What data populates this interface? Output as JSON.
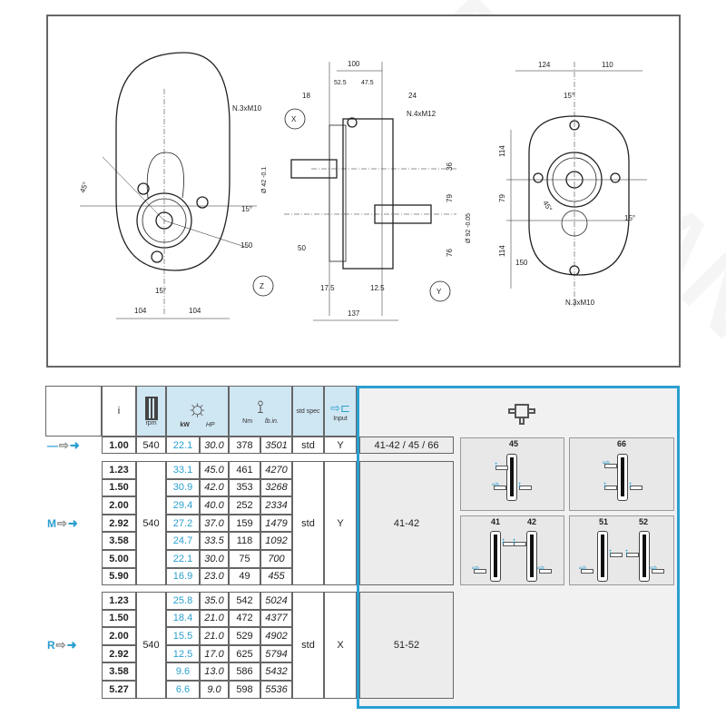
{
  "drawing": {
    "front_labels": [
      "N.3xM10",
      "45°",
      "15°",
      "15°",
      "150",
      "104",
      "104"
    ],
    "side_labels": [
      "100",
      "52.5",
      "47.5",
      "18",
      "24",
      "N.4xM12",
      "X",
      "Y",
      "Z",
      "36",
      "79",
      "76",
      "50",
      "17.5",
      "12.5",
      "137",
      "Ø 42 -0.1",
      "Ø 92 -0.05"
    ],
    "rear_labels": [
      "124",
      "110",
      "15°",
      "114",
      "79",
      "114",
      "45°",
      "15°",
      "150",
      "N.3xM10"
    ]
  },
  "table": {
    "headers": {
      "i": "i",
      "rpm": "rpm",
      "kw": "kW",
      "hp": "HP",
      "nm": "Nm",
      "lbin": "lb.in.",
      "std": "std spec",
      "input": "Input"
    },
    "groups": [
      {
        "label": "—",
        "rpm": "540",
        "std": "std",
        "input": "Y",
        "config": "41-42 / 45 / 66",
        "rows": [
          [
            "1.00",
            "22.1",
            "30.0",
            "378",
            "3501"
          ]
        ]
      },
      {
        "label": "M",
        "rpm": "540",
        "std": "std",
        "input": "Y",
        "config": "41-42",
        "rows": [
          [
            "1.23",
            "33.1",
            "45.0",
            "461",
            "4270"
          ],
          [
            "1.50",
            "30.9",
            "42.0",
            "353",
            "3268"
          ],
          [
            "2.00",
            "29.4",
            "40.0",
            "252",
            "2334"
          ],
          [
            "2.92",
            "27.2",
            "37.0",
            "159",
            "1479"
          ],
          [
            "3.58",
            "24.7",
            "33.5",
            "118",
            "1092"
          ],
          [
            "5.00",
            "22.1",
            "30.0",
            "75",
            "700"
          ],
          [
            "5.90",
            "16.9",
            "23.0",
            "49",
            "455"
          ]
        ]
      },
      {
        "label": "R",
        "rpm": "540",
        "std": "std",
        "input": "X",
        "config": "51-52",
        "rows": [
          [
            "1.23",
            "25.8",
            "35.0",
            "542",
            "5024"
          ],
          [
            "1.50",
            "18.4",
            "21.0",
            "472",
            "4377"
          ],
          [
            "2.00",
            "15.5",
            "21.0",
            "529",
            "4902"
          ],
          [
            "2.92",
            "12.5",
            "17.0",
            "625",
            "5794"
          ],
          [
            "3.58",
            "9.6",
            "13.0",
            "586",
            "5432"
          ],
          [
            "5.27",
            "6.6",
            "9.0",
            "598",
            "5536"
          ]
        ]
      }
    ]
  },
  "configs": {
    "c45": "45",
    "c66": "66",
    "c41": "41",
    "c42": "42",
    "c51": "51",
    "c52": "52"
  },
  "colors": {
    "accent": "#2a9fd0",
    "header_bg": "#cfe6f3"
  },
  "watermark": "BARDAN AGRICOLE"
}
